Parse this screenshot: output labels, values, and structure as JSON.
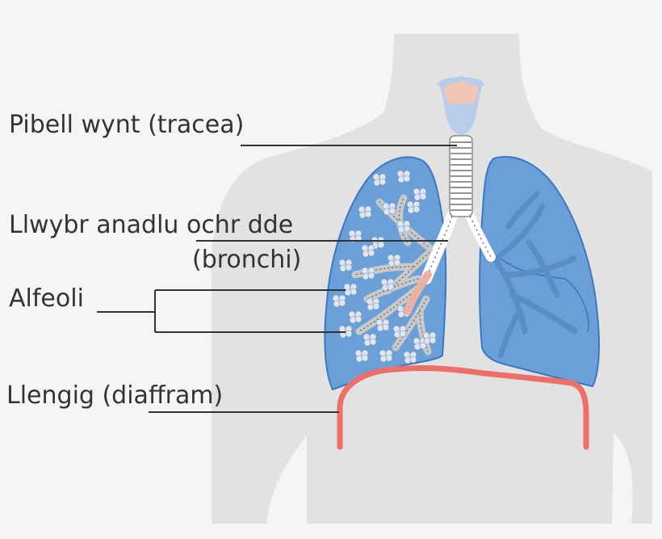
{
  "labels": {
    "trachea": "Pibell wynt (tracea)",
    "bronchi_line1": "Llwybr anadlu ochr dde",
    "bronchi_line2": "(bronchi)",
    "alveoli": "Alfeoli",
    "diaphragm": "Llengig (diaffram)"
  },
  "colors": {
    "background": "#f5f5f5",
    "body_silhouette": "#e2e2e2",
    "lung_fill": "#6a9fd8",
    "lung_outline": "#3a78c2",
    "trachea_ring": "#ffffff",
    "larynx_blue": "#b7cdea",
    "larynx_pink": "#f2c6b4",
    "alveoli": "#dde6f4",
    "diaphragm": "#ec6f6a",
    "leader_line": "#333333",
    "text": "#333333"
  }
}
